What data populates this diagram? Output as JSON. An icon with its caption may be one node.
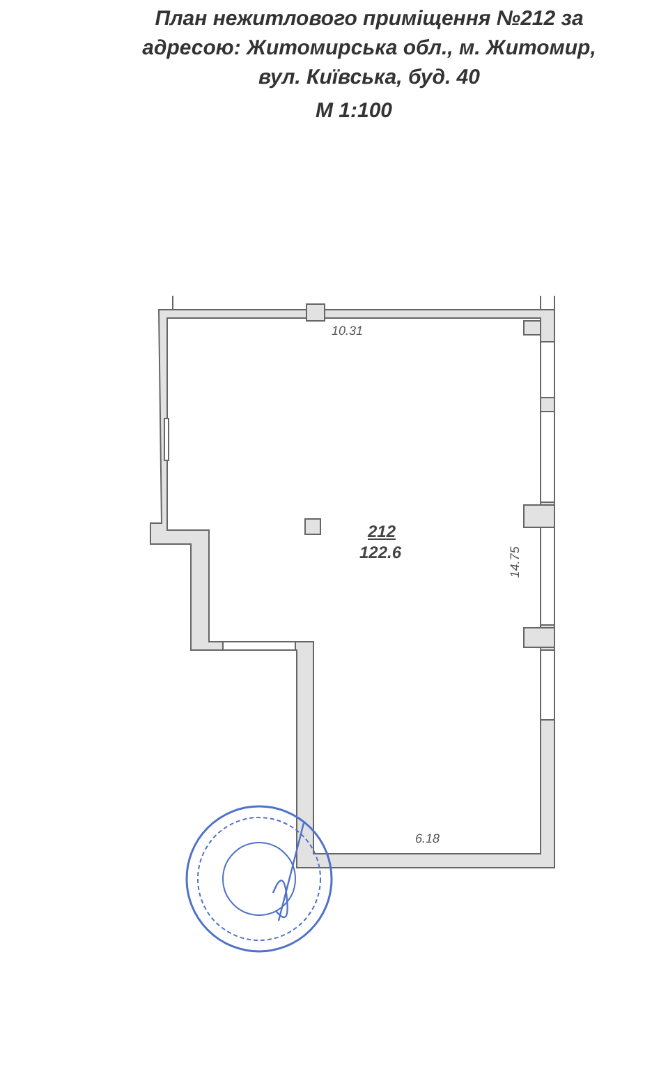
{
  "diagram": {
    "title": "План нежитлового приміщення №212 за адресою: Житомирська обл., м. Житомир, вул. Київська, буд. 40",
    "nodes": [
      {
        "text": [
          "212",
          "122.6"
        ]
      }
    ],
    "labels": [
      "М 1:100",
      "10.31",
      "14.75",
      "6.18"
    ]
  }
}
